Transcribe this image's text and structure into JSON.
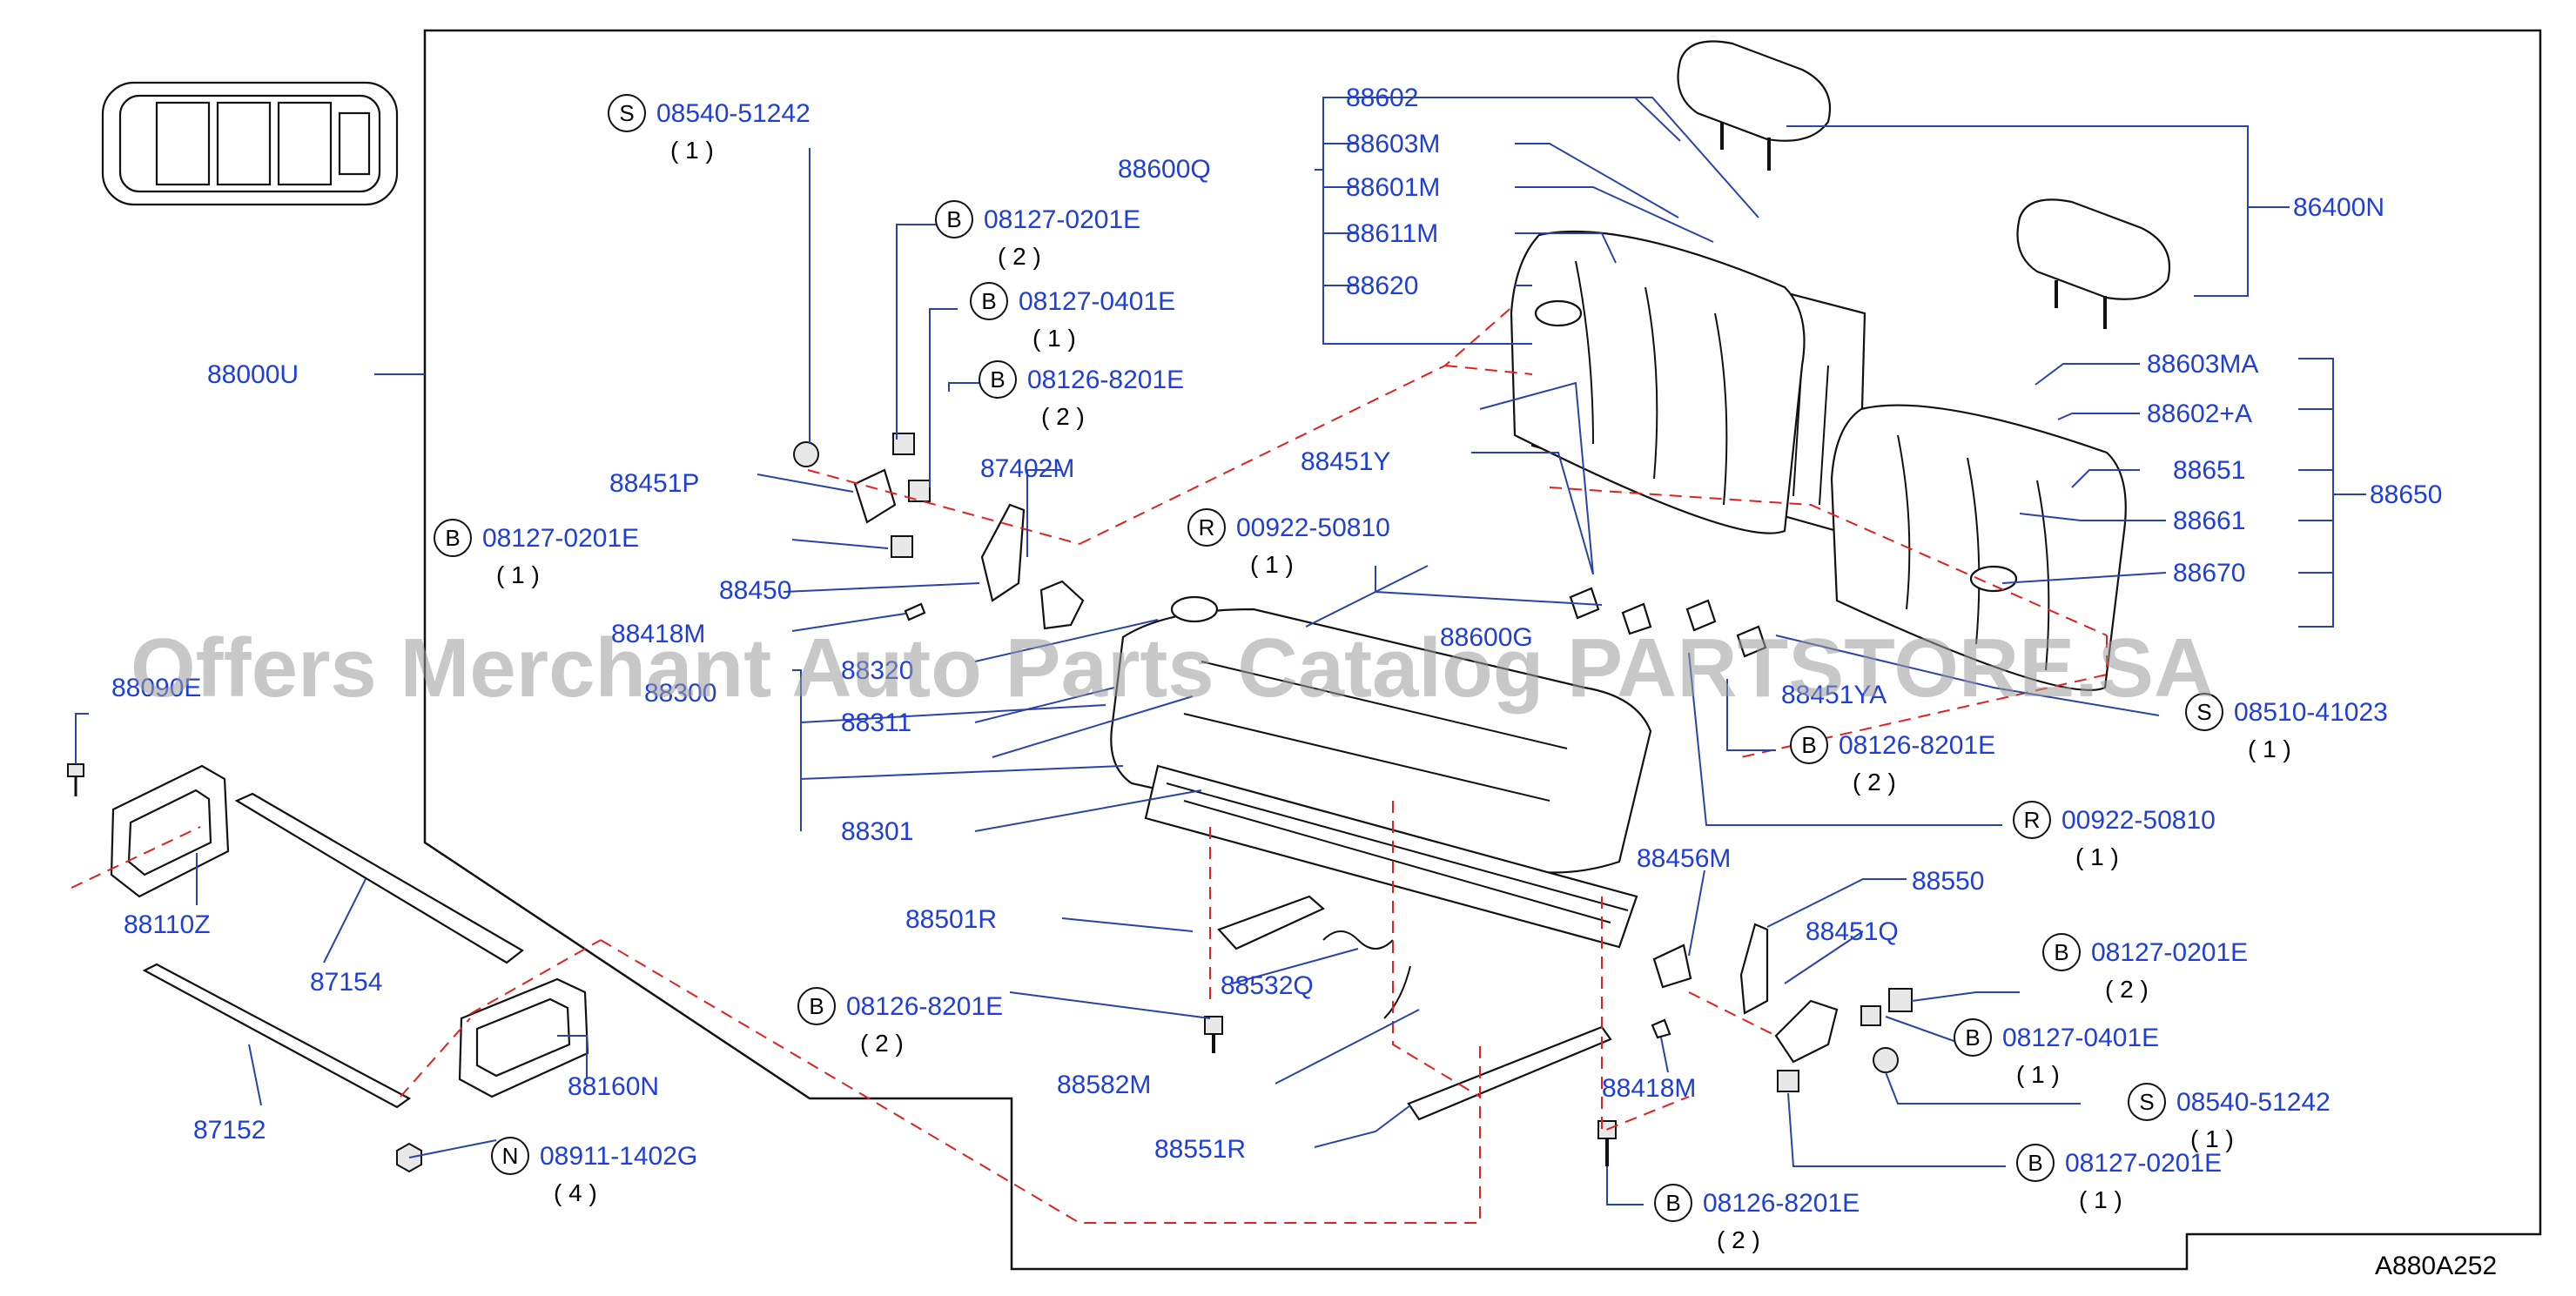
{
  "diagram_code": "A880A252",
  "watermark": "Offers Merchant Auto Parts Catalog PARTSTORE.SA",
  "labels": {
    "p88000U": "88000U",
    "p88600Q": "88600Q",
    "p88602": "88602",
    "p88603M": "88603M",
    "p88601M": "88601M",
    "p88611M": "88611M",
    "p88620": "88620",
    "p86400N": "86400N",
    "p88603MA": "88603MA",
    "p88602A": "88602+A",
    "p88651": "88651",
    "p88650": "88650",
    "p88661": "88661",
    "p88670": "88670",
    "p88451P": "88451P",
    "p87402M": "87402M",
    "p88450": "88450",
    "p88418M_l": "88418M",
    "p88320": "88320",
    "p88300": "88300",
    "p88311": "88311",
    "p88301": "88301",
    "p88451Y": "88451Y",
    "p88600G": "88600G",
    "p88451YA": "88451YA",
    "p88090E": "88090E",
    "p88110Z": "88110Z",
    "p87154": "87154",
    "p87152": "87152",
    "p88160N": "88160N",
    "p88501R": "88501R",
    "p88532Q": "88532Q",
    "p88582M": "88582M",
    "p88551R": "88551R",
    "p88456M": "88456M",
    "p88550": "88550",
    "p88451Q": "88451Q",
    "p88418M_r": "88418M"
  },
  "fasteners": [
    {
      "key": "s1",
      "letter": "S",
      "part": "08540-51242",
      "qty": "( 1 )"
    },
    {
      "key": "b1",
      "letter": "B",
      "part": "08127-0201E",
      "qty": "( 2 )"
    },
    {
      "key": "b2",
      "letter": "B",
      "part": "08127-0401E",
      "qty": "( 1 )"
    },
    {
      "key": "b3",
      "letter": "B",
      "part": "08126-8201E",
      "qty": "( 2 )"
    },
    {
      "key": "b4",
      "letter": "B",
      "part": "08127-0201E",
      "qty": "( 1 )"
    },
    {
      "key": "r1",
      "letter": "R",
      "part": "00922-50810",
      "qty": "( 1 )"
    },
    {
      "key": "s2",
      "letter": "S",
      "part": "08510-41023",
      "qty": "( 1 )"
    },
    {
      "key": "b5",
      "letter": "B",
      "part": "08126-8201E",
      "qty": "( 2 )"
    },
    {
      "key": "r2",
      "letter": "R",
      "part": "00922-50810",
      "qty": "( 1 )"
    },
    {
      "key": "b6",
      "letter": "B",
      "part": "08127-0201E",
      "qty": "( 2 )"
    },
    {
      "key": "b7",
      "letter": "B",
      "part": "08127-0401E",
      "qty": "( 1 )"
    },
    {
      "key": "s3",
      "letter": "S",
      "part": "08540-51242",
      "qty": "( 1 )"
    },
    {
      "key": "b8",
      "letter": "B",
      "part": "08127-0201E",
      "qty": "( 1 )"
    },
    {
      "key": "b9",
      "letter": "B",
      "part": "08126-8201E",
      "qty": "( 2 )"
    },
    {
      "key": "b10",
      "letter": "B",
      "part": "08126-8201E",
      "qty": "( 2 )"
    },
    {
      "key": "n1",
      "letter": "N",
      "part": "08911-1402G",
      "qty": "( 4 )"
    }
  ],
  "colors": {
    "part_number": "#1f3fd6",
    "leader": "#2a43a8",
    "assembly_dash": "#e12020",
    "outline": "#111111"
  }
}
